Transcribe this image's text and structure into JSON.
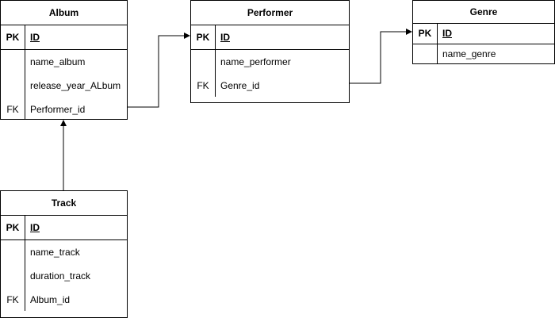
{
  "entities": {
    "album": {
      "title": "Album",
      "pk": {
        "key": "PK",
        "field": "ID"
      },
      "fields": [
        {
          "key": "",
          "field": "name_album"
        },
        {
          "key": "",
          "field": "release_year_ALbum"
        },
        {
          "key": "FK",
          "field": "Performer_id"
        }
      ]
    },
    "performer": {
      "title": "Performer",
      "pk": {
        "key": "PK",
        "field": "ID"
      },
      "fields": [
        {
          "key": "",
          "field": "name_performer"
        },
        {
          "key": "FK",
          "field": "Genre_id"
        }
      ]
    },
    "genre": {
      "title": "Genre",
      "pk": {
        "key": "PK",
        "field": "ID"
      },
      "fields": [
        {
          "key": "",
          "field": "name_genre"
        }
      ]
    },
    "track": {
      "title": "Track",
      "pk": {
        "key": "PK",
        "field": "ID"
      },
      "fields": [
        {
          "key": "",
          "field": "name_track"
        },
        {
          "key": "",
          "field": "duration_track"
        },
        {
          "key": "FK",
          "field": "Album_id"
        }
      ]
    }
  },
  "relations": [
    {
      "from": "album.Performer_id",
      "to": "performer.ID"
    },
    {
      "from": "performer.Genre_id",
      "to": "genre.ID"
    },
    {
      "from": "track.ID",
      "to": "album.Performer_id"
    }
  ]
}
